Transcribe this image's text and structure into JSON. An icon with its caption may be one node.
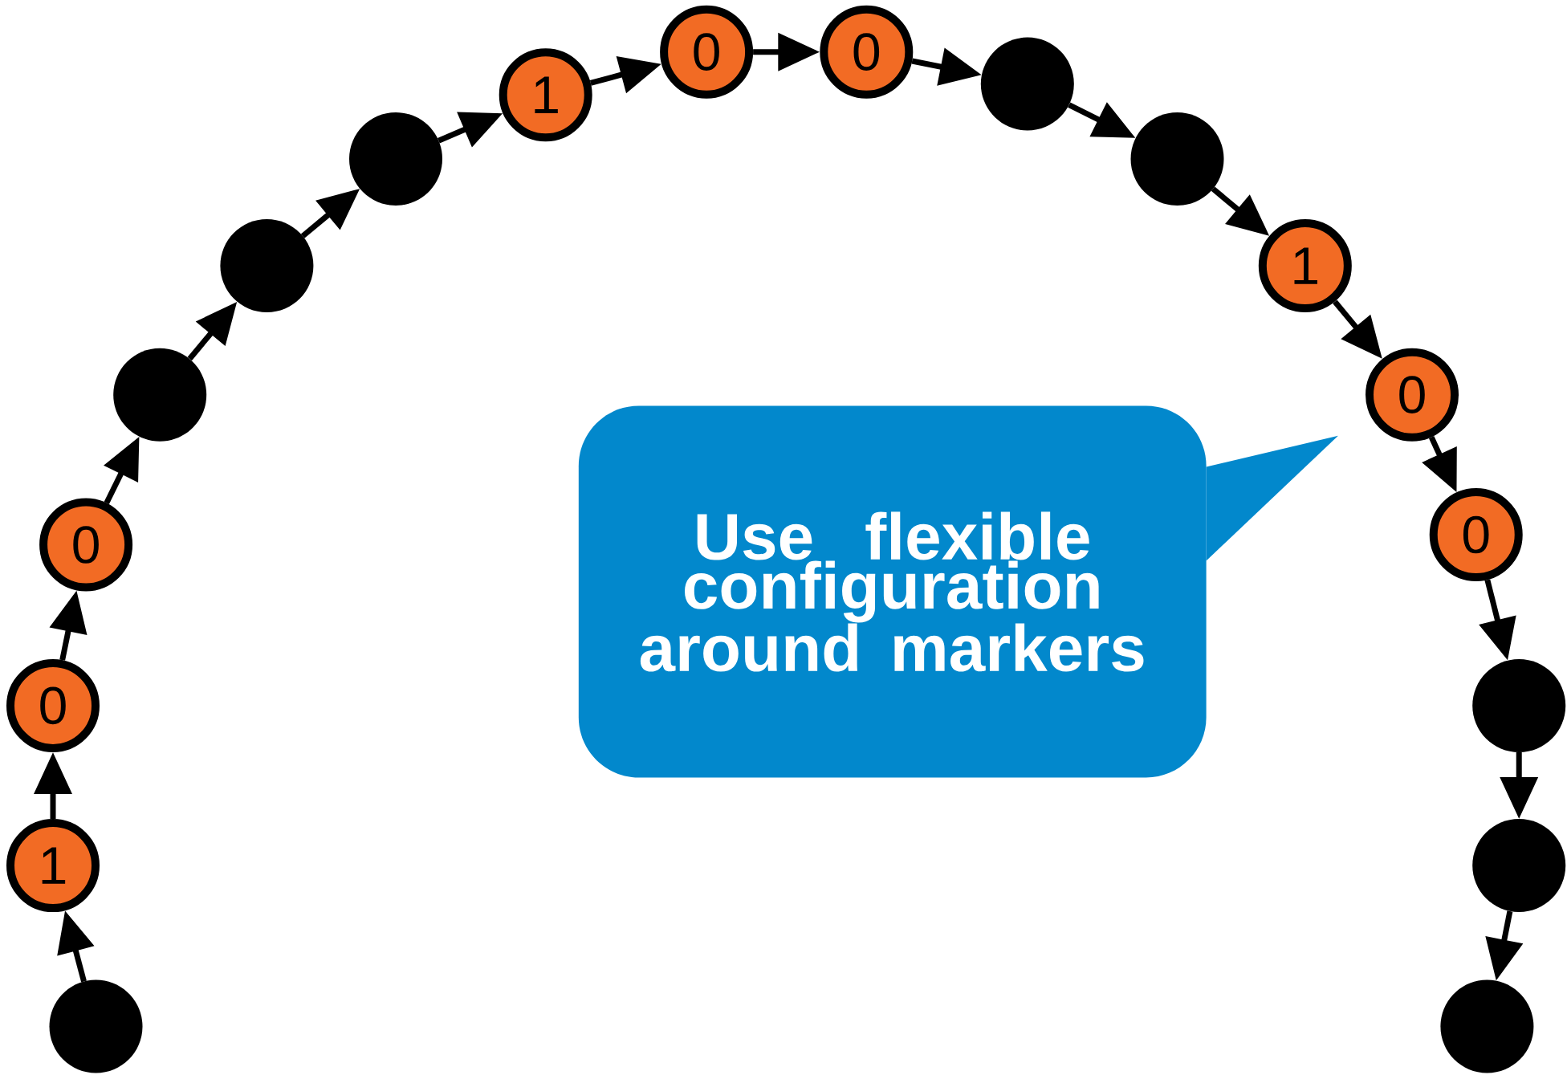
{
  "diagram": {
    "nodes": [
      {
        "text": [],
        "shape": "circle"
      },
      {
        "text": [
          "1"
        ]
      },
      {
        "text": [
          "0"
        ]
      },
      {
        "text": [
          "0"
        ]
      },
      {
        "text": [],
        "shape": "circle"
      },
      {
        "text": [],
        "shape": "circle"
      },
      {
        "text": [],
        "shape": "circle"
      },
      {
        "text": [
          "1"
        ]
      },
      {
        "text": [
          "0"
        ]
      },
      {
        "text": [
          "0"
        ]
      },
      {
        "text": [],
        "shape": "circle"
      },
      {
        "text": [],
        "shape": "circle"
      },
      {
        "text": [
          "1"
        ]
      },
      {
        "text": [
          "0"
        ]
      },
      {
        "text": [
          "0"
        ]
      },
      {
        "text": [],
        "shape": "circle"
      },
      {
        "text": [],
        "shape": "circle"
      },
      {
        "text": [],
        "shape": "circle"
      },
      {
        "text": [
          "Use flexible configuration around markers"
        ]
      }
    ],
    "edges": [
      {
        "from": 0,
        "to": 1,
        "arrow": "to"
      },
      {
        "from": 1,
        "to": 2,
        "arrow": "to"
      },
      {
        "from": 2,
        "to": 3,
        "arrow": "to"
      },
      {
        "from": 3,
        "to": 4,
        "arrow": "to"
      },
      {
        "from": 4,
        "to": 5,
        "arrow": "to"
      },
      {
        "from": 5,
        "to": 6,
        "arrow": "to"
      },
      {
        "from": 6,
        "to": 7,
        "arrow": "to"
      },
      {
        "from": 7,
        "to": 8,
        "arrow": "to"
      },
      {
        "from": 8,
        "to": 9,
        "arrow": "to"
      },
      {
        "from": 9,
        "to": 10,
        "arrow": "to"
      },
      {
        "from": 10,
        "to": 11,
        "arrow": "to"
      },
      {
        "from": 11,
        "to": 12,
        "arrow": "to"
      },
      {
        "from": 12,
        "to": 13,
        "arrow": "to"
      },
      {
        "from": 13,
        "to": 14,
        "arrow": "to"
      },
      {
        "from": 14,
        "to": 15,
        "arrow": "to"
      },
      {
        "from": 15,
        "to": 16,
        "arrow": "to"
      },
      {
        "from": 16,
        "to": 17,
        "arrow": "to"
      }
    ]
  }
}
